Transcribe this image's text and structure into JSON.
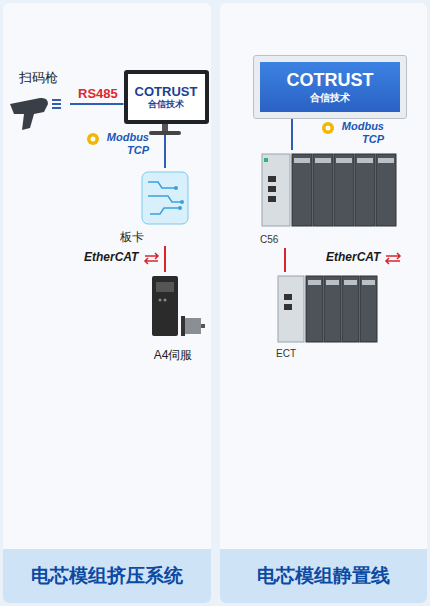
{
  "diagram": {
    "nodes": [
      {
        "text": [
          "电芯模组挤压系统"
        ]
      },
      {
        "text": [
          "扫码枪"
        ],
        "in": 0
      },
      {
        "text": [
          "COTRUST",
          "合信技术"
        ],
        "in": 0
      },
      {
        "text": [
          "板卡"
        ],
        "in": 0
      },
      {
        "text": [
          "A4伺服"
        ],
        "in": 0
      },
      {
        "text": [
          "电芯模组静置线"
        ]
      },
      {
        "text": [
          "COTRUST",
          "合信技术"
        ],
        "in": 5
      },
      {
        "text": [
          "C56"
        ],
        "in": 5
      },
      {
        "text": [
          "ECT"
        ],
        "in": 5
      }
    ],
    "edges": [
      {
        "from": 1,
        "to": 2,
        "arrow": "none",
        "label": "RS485"
      },
      {
        "from": 2,
        "to": 3,
        "arrow": "none",
        "label": "Modbus TCP"
      },
      {
        "from": 3,
        "to": 4,
        "arrow": "none",
        "label": "EtherCAT"
      },
      {
        "from": 6,
        "to": 7,
        "arrow": "none",
        "label": "Modbus TCP"
      },
      {
        "from": 7,
        "to": 8,
        "arrow": "none",
        "label": "EtherCAT"
      }
    ]
  }
}
